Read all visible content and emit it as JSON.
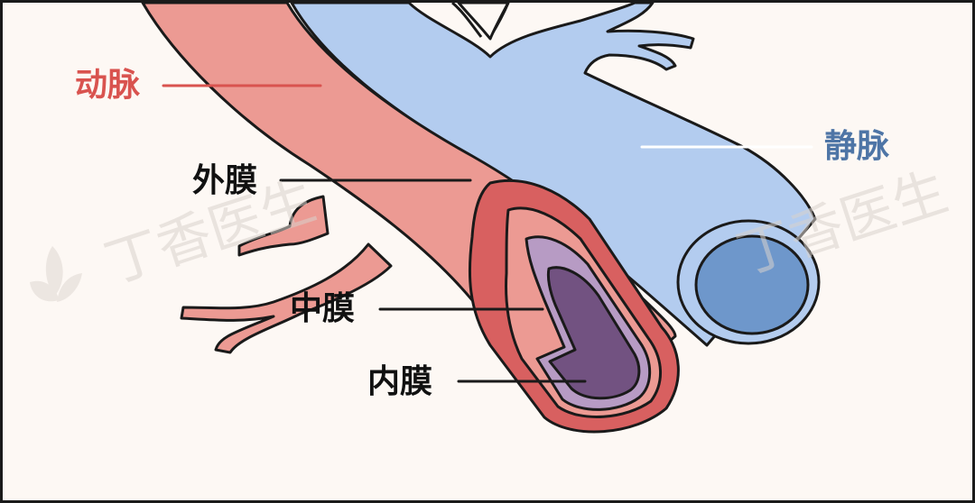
{
  "labels": {
    "artery": "动脉",
    "vein": "静脉",
    "adventitia": "外膜",
    "media": "中膜",
    "intima": "内膜"
  },
  "watermark": {
    "left": "丁香医生",
    "right": "丁香医生"
  },
  "colors": {
    "artery": "#ec9a93",
    "artery_outer_ring": "#d86060",
    "media": "#b79bc4",
    "intima": "#725281",
    "vein": "#b3ccef",
    "vein_lumen": "#6e97cb",
    "artery_label": "#d9534f",
    "vein_label": "#4e75a6",
    "background": "#fdf8f4"
  }
}
